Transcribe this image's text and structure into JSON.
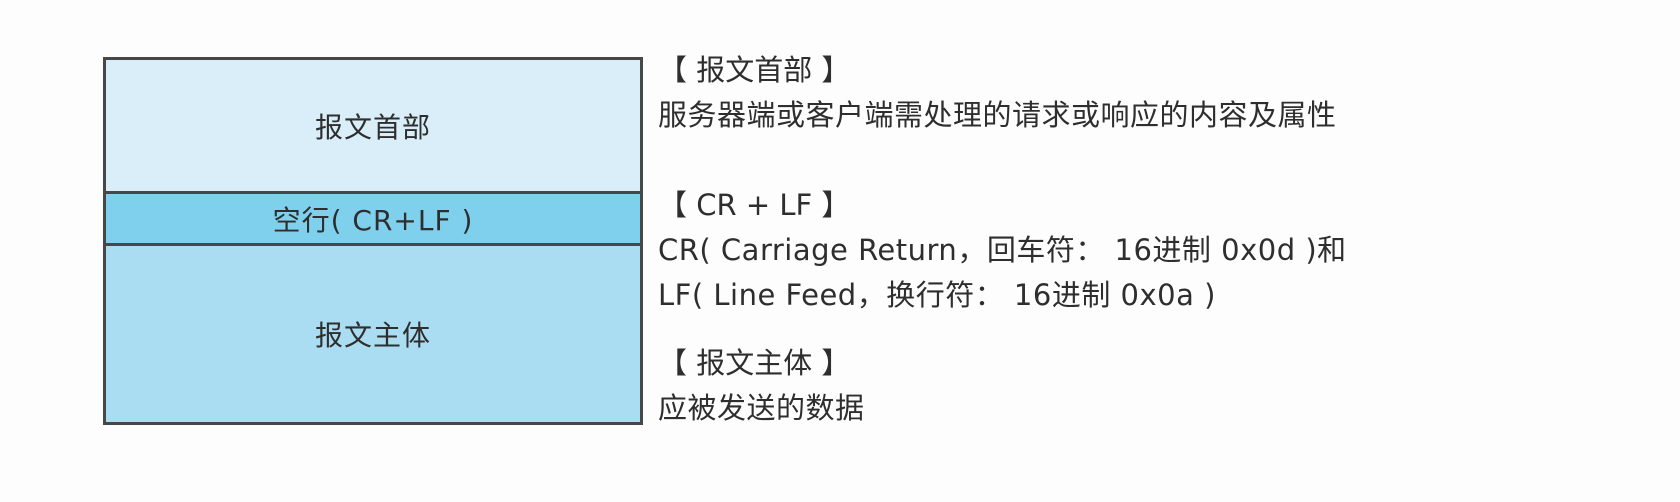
{
  "page": {
    "background": "#fdfdfd"
  },
  "diagram": {
    "box": {
      "border_color": "#474747",
      "sections": [
        {
          "label": "报文首部",
          "bg": "#d9eef8"
        },
        {
          "label": "空行( CR+LF )",
          "bg": "#7ed0ec"
        },
        {
          "label": "报文主体",
          "bg": "#abddf2"
        }
      ]
    },
    "annotations": [
      {
        "title": "【 报文首部 】",
        "lines": [
          "服务器端或客户端需处理的请求或响应的内容及属性"
        ]
      },
      {
        "title": "【 CR + LF 】",
        "lines": [
          "CR( Carriage Return，回车符： 16进制 0x0d )和",
          "LF( Line Feed，换行符： 16进制 0x0a )"
        ]
      },
      {
        "title": "【 报文主体 】",
        "lines": [
          "应被发送的数据"
        ]
      }
    ]
  }
}
